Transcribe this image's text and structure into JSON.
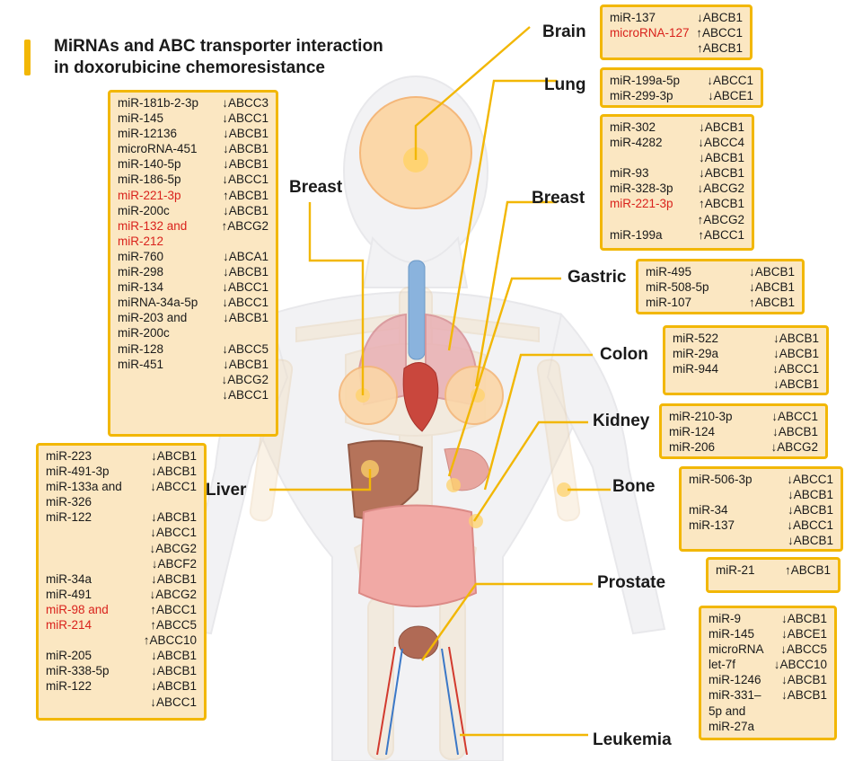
{
  "title": [
    "MiRNAs and ABC transporter interaction",
    "in doxorubicine chemoresistance"
  ],
  "colors": {
    "accent": "#f2b705",
    "box_fill": "#fbe7c2",
    "highlight": "#d9221c",
    "text": "#1a1a1a"
  },
  "organs": {
    "brain": "Brain",
    "lung": "Lung",
    "breast_right": "Breast",
    "breast_left": "Breast",
    "gastric": "Gastric",
    "colon": "Colon",
    "kidney": "Kidney",
    "liver": "Liver",
    "bone": "Bone",
    "prostate": "Prostate",
    "leukemia": "Leukemia"
  },
  "panels": {
    "brain": [
      [
        "miR-137",
        "↓ABCB1",
        false
      ],
      [
        "microRNA-127",
        "↑ABCC1",
        true
      ],
      [
        "",
        "↑ABCB1",
        false
      ]
    ],
    "lung": [
      [
        "miR-199a-5p",
        "↓ABCC1",
        false
      ],
      [
        "miR-299-3p",
        "↓ABCE1",
        false
      ]
    ],
    "breast_right": [
      [
        "miR-302",
        "↓ABCB1",
        false
      ],
      [
        "miR-4282",
        "↓ABCC4",
        false
      ],
      [
        "",
        "↓ABCB1",
        false
      ],
      [
        "miR-93",
        "↓ABCB1",
        false
      ],
      [
        "miR-328-3p",
        "↓ABCG2",
        false
      ],
      [
        "miR-221-3p",
        "↑ABCB1",
        true
      ],
      [
        "",
        "↑ABCG2",
        false
      ],
      [
        "miR-199a",
        "↑ABCC1",
        false
      ]
    ],
    "gastric": [
      [
        "miR-495",
        "↓ABCB1",
        false
      ],
      [
        "miR-508-5p",
        "↓ABCB1",
        false
      ],
      [
        "miR-107",
        "↑ABCB1",
        false
      ]
    ],
    "colon": [
      [
        "miR-522",
        "↓ABCB1",
        false
      ],
      [
        "miR-29a",
        "↓ABCB1",
        false
      ],
      [
        "miR-944",
        "↓ABCC1",
        false
      ],
      [
        "",
        "↓ABCB1",
        false
      ]
    ],
    "kidney": [
      [
        "miR-210-3p",
        "↓ABCC1",
        false
      ],
      [
        "miR-124",
        "↓ABCB1",
        false
      ],
      [
        "miR-206",
        "↓ABCG2",
        false
      ]
    ],
    "bone": [
      [
        "miR-506-3p",
        "↓ABCC1",
        false
      ],
      [
        "",
        "↓ABCB1",
        false
      ],
      [
        "miR-34",
        "↓ABCB1",
        false
      ],
      [
        "miR-137",
        "↓ABCC1",
        false
      ],
      [
        "",
        "↓ABCB1",
        false
      ]
    ],
    "prostate": [
      [
        "miR-21",
        "↑ABCB1",
        false
      ]
    ],
    "leukemia": [
      [
        "miR-9",
        "↓ABCB1",
        false
      ],
      [
        "miR-145",
        "↓ABCE1",
        false
      ],
      [
        "microRNA",
        "↓ABCC5",
        false
      ],
      [
        "let-7f",
        "↓ABCC10",
        false
      ],
      [
        "miR-1246",
        "↓ABCB1",
        false
      ],
      [
        "miR-331–",
        "↓ABCB1",
        false
      ],
      [
        "5p and",
        "",
        false
      ],
      [
        "miR-27a",
        "",
        false
      ]
    ],
    "breast_left": [
      [
        "miR-181b-2-3p",
        "↓ABCC3",
        false
      ],
      [
        "miR-145",
        "↓ABCC1",
        false
      ],
      [
        "miR-12136",
        "↓ABCB1",
        false
      ],
      [
        "microRNA-451",
        "↓ABCB1",
        false
      ],
      [
        "miR-140-5p",
        "↓ABCB1",
        false
      ],
      [
        "miR-186-5p",
        "↓ABCC1",
        false
      ],
      [
        "miR-221-3p",
        "↑ABCB1",
        true
      ],
      [
        "miR-200c",
        "↓ABCB1",
        false
      ],
      [
        "miR-132 and",
        "↑ABCG2",
        true
      ],
      [
        "miR-212",
        "",
        true
      ],
      [
        "miR-760",
        "↓ABCA1",
        false
      ],
      [
        "miR-298",
        "↓ABCB1",
        false
      ],
      [
        "miR-134",
        "↓ABCC1",
        false
      ],
      [
        "miRNA-34a-5p",
        "↓ABCC1",
        false
      ],
      [
        "miR-203 and",
        "↓ABCB1",
        false
      ],
      [
        "miR-200c",
        "",
        false
      ],
      [
        "miR-128",
        "↓ABCC5",
        false
      ],
      [
        "miR-451",
        "↓ABCB1",
        false
      ],
      [
        "",
        "↓ABCG2",
        false
      ],
      [
        "",
        "↓ABCC1",
        false
      ]
    ],
    "liver": [
      [
        "miR-223",
        "↓ABCB1",
        false
      ],
      [
        "miR-491-3p",
        "↓ABCB1",
        false
      ],
      [
        "miR-133a and",
        "↓ABCC1",
        false
      ],
      [
        "miR-326",
        "",
        false
      ],
      [
        "miR-122",
        "↓ABCB1",
        false
      ],
      [
        "",
        "↓ABCC1",
        false
      ],
      [
        "",
        "↓ABCG2",
        false
      ],
      [
        "",
        "↓ABCF2",
        false
      ],
      [
        "miR-34a",
        "↓ABCB1",
        false
      ],
      [
        "miR-491",
        "↓ABCG2",
        false
      ],
      [
        "miR-98 and",
        "↑ABCC1",
        true
      ],
      [
        "miR-214",
        "↑ABCC5",
        true
      ],
      [
        "",
        "↑ABCC10",
        false
      ],
      [
        "miR-205",
        "↓ABCB1",
        false
      ],
      [
        "miR-338-5p",
        "↓ABCB1",
        false
      ],
      [
        "miR-122",
        "↓ABCB1",
        false
      ],
      [
        "",
        "↓ABCC1",
        false
      ]
    ]
  }
}
